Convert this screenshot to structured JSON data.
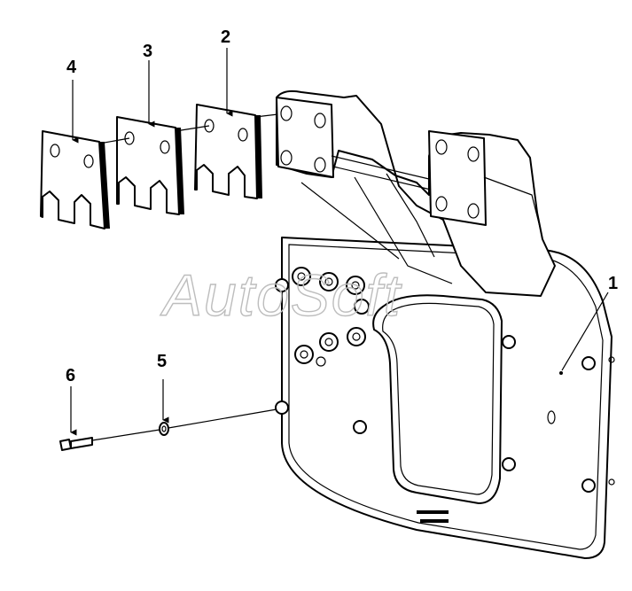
{
  "watermark": {
    "text": "AutoSoft"
  },
  "callouts": [
    {
      "id": "1",
      "label": "1"
    },
    {
      "id": "2",
      "label": "2"
    },
    {
      "id": "3",
      "label": "3"
    },
    {
      "id": "4",
      "label": "4"
    },
    {
      "id": "5",
      "label": "5"
    },
    {
      "id": "6",
      "label": "6"
    }
  ]
}
